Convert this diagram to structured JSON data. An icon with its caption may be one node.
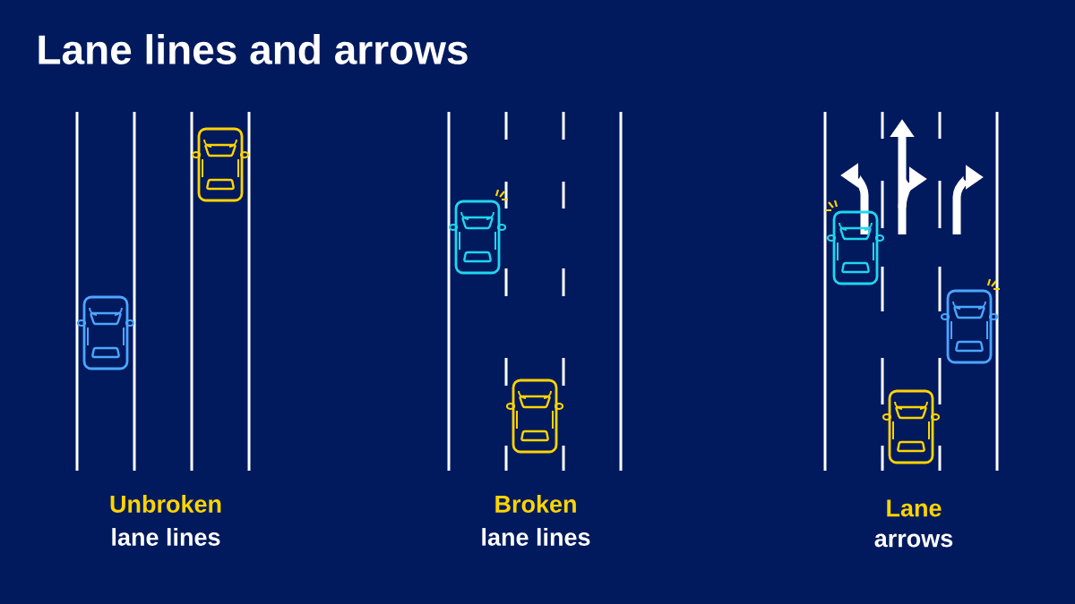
{
  "diagram": {
    "title": "Lane lines and arrows",
    "labels": [
      "Unbroken",
      "lane lines",
      "Broken",
      "lane lines",
      "Lane",
      "arrows"
    ]
  }
}
